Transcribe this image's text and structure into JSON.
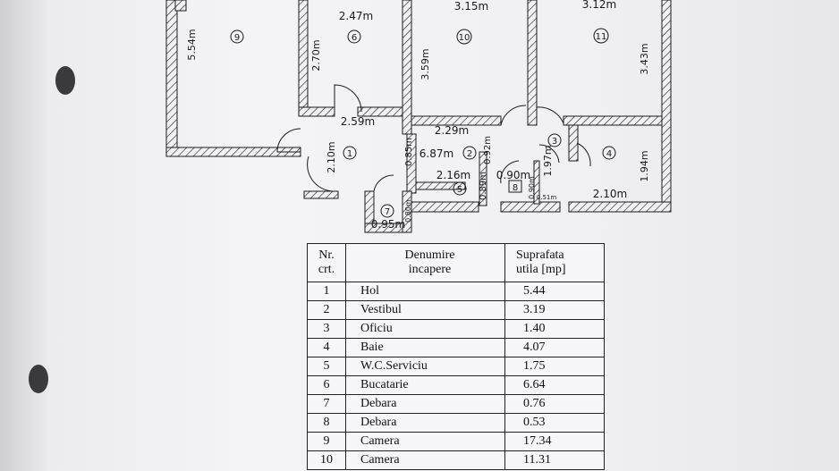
{
  "plan": {
    "rooms": [
      {
        "num": "1",
        "dims": [
          "2.59m",
          "2.10m"
        ]
      },
      {
        "num": "2",
        "dims": [
          "6.87m",
          "2.29m",
          "0.85m",
          "0.92m"
        ]
      },
      {
        "num": "3",
        "dims": [
          "1.97m"
        ]
      },
      {
        "num": "4",
        "dims": [
          "2.10m",
          "1.94m"
        ]
      },
      {
        "num": "5",
        "dims": [
          "2.16m",
          "0.89m"
        ]
      },
      {
        "num": "6",
        "dims": [
          "2.47m",
          "2.70m"
        ]
      },
      {
        "num": "7",
        "dims": [
          "0.95m",
          "0.80m"
        ]
      },
      {
        "num": "8",
        "dims": [
          "0.90m",
          "0.90m",
          "0.51m"
        ]
      },
      {
        "num": "9",
        "dims": [
          "5.54m"
        ]
      },
      {
        "num": "10",
        "dims": [
          "3.15m",
          "3.59m"
        ]
      },
      {
        "num": "11",
        "dims": [
          "3.12m",
          "3.43m"
        ]
      }
    ]
  },
  "table": {
    "headers": {
      "nr_line1": "Nr.",
      "nr_line2": "crt.",
      "name_line1": "Denumire",
      "name_line2": "incapere",
      "area_line1": "Suprafata",
      "area_line2": "utila [mp]"
    },
    "rows": [
      {
        "nr": "1",
        "name": "Hol",
        "area": "5.44"
      },
      {
        "nr": "2",
        "name": "Vestibul",
        "area": "3.19"
      },
      {
        "nr": "3",
        "name": "Oficiu",
        "area": "1.40"
      },
      {
        "nr": "4",
        "name": "Baie",
        "area": "4.07"
      },
      {
        "nr": "5",
        "name": "W.C.Serviciu",
        "area": "1.75"
      },
      {
        "nr": "6",
        "name": "Bucatarie",
        "area": "6.64"
      },
      {
        "nr": "7",
        "name": "Debara",
        "area": "0.76"
      },
      {
        "nr": "8",
        "name": "Debara",
        "area": "0.53"
      },
      {
        "nr": "9",
        "name": "Camera",
        "area": "17.34"
      },
      {
        "nr": "10",
        "name": "Camera",
        "area": "11.31"
      }
    ]
  }
}
